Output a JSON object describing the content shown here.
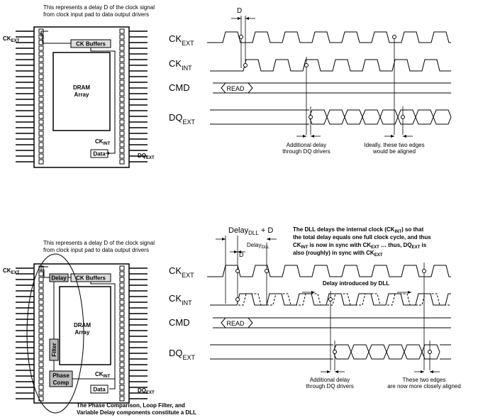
{
  "top": {
    "note_line1": "This represents a delay D of the clock signal",
    "note_line2": "from clock input pad to data output drivers",
    "ck_ext_label": "CK",
    "ck_ext_sub": "EXT",
    "ck_buffers": "CK Buffers",
    "dram_line1": "DRAM",
    "dram_line2": "Array",
    "ck_int_label": "CK",
    "ck_int_sub": "INT",
    "data_label": "Data",
    "dq_ext_label": "DQ",
    "dq_ext_sub": "EXT",
    "delay_marker": "D",
    "read_label": "READ",
    "sig_ck_ext": "CK",
    "sig_ck_ext_sub": "EXT",
    "sig_ck_int": "CK",
    "sig_ck_int_sub": "INT",
    "sig_cmd": "CMD",
    "sig_dq": "DQ",
    "sig_dq_sub": "EXT",
    "ann1_line1": "Additional delay",
    "ann1_line2": "through DQ drivers",
    "ann2_line1": "Ideally, these two edges",
    "ann2_line2": "would be aligned"
  },
  "bottom": {
    "note_line1": "This represents a delay D of the clock signal",
    "note_line2": "from clock input pad to data output drivers",
    "ck_ext_label": "CK",
    "ck_ext_sub": "EXT",
    "delay_box": "Delay",
    "ck_buffers": "CK Buffers",
    "dram_line1": "DRAM",
    "dram_line2": "Array",
    "filter_label": "Filter",
    "phase_line1": "Phase",
    "phase_line2": "Comp",
    "ck_int_label": "CK",
    "ck_int_sub": "INT",
    "data_label": "Data",
    "dq_ext_label": "DQ",
    "dq_ext_sub": "EXT",
    "caption_line1": "The Phase Comparison, Loop Filter, and",
    "caption_line2": "Variable Delay components constitute a DLL",
    "delay_dll_top": "Delay",
    "delay_dll_top_sub": "DLL",
    "delay_dll_top_suffix": " + D",
    "d_marker": "D",
    "delay_dll_small": "Delay",
    "delay_dll_small_sub": "DLL",
    "dll_note_l1a": "The DLL delays the internal clock (CK",
    "dll_note_l1sub": "INT",
    "dll_note_l1b": ") so that",
    "dll_note_l2": "the total delay equals one full clock cycle, and thus",
    "dll_note_l3a": "CK",
    "dll_note_l3sub1": "INT",
    "dll_note_l3b": " is now in sync with CK",
    "dll_note_l3sub2": "EXT",
    "dll_note_l3c": " … thus, DQ",
    "dll_note_l3sub3": "EXT",
    "dll_note_l3d": " is",
    "dll_note_l4a": "also (roughly) in sync with CK",
    "dll_note_l4sub": "EXT",
    "delay_introduced": "Delay introduced by DLL",
    "read_label": "READ",
    "sig_ck_ext": "CK",
    "sig_ck_ext_sub": "EXT",
    "sig_ck_int": "CK",
    "sig_ck_int_sub": "INT",
    "sig_cmd": "CMD",
    "sig_dq": "DQ",
    "sig_dq_sub": "EXT",
    "ann1_line1": "Additional delay",
    "ann1_line2": "through DQ drivers",
    "ann2_line1": "These two edges",
    "ann2_line2": "are now more closely aligned"
  }
}
